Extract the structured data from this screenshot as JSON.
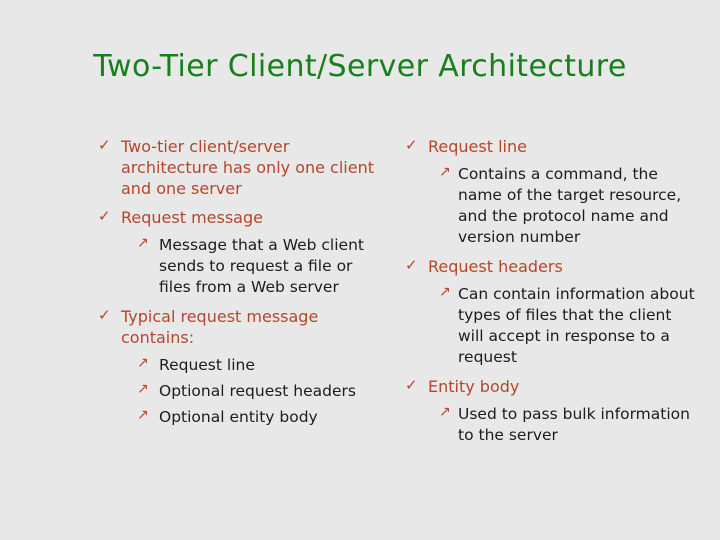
{
  "slide": {
    "title": "Two-Tier Client/Server Architecture",
    "background_color": "#e8e8e8",
    "title_color": "#17801c",
    "level1_color": "#b5462a",
    "level2_color": "#1c1c1c",
    "level1_marker": "✓",
    "level2_marker": "↗",
    "level1_marker_name": "checkmark-bullet-icon",
    "level2_marker_name": "northeast-arrow-bullet-icon"
  },
  "columns": {
    "left": {
      "bullets": [
        {
          "level": 1,
          "marker": "✓",
          "text": "Two-tier client/server architecture has only one client and one server"
        },
        {
          "level": 1,
          "marker": "✓",
          "text": "Request message"
        },
        {
          "level": 2,
          "marker": "↗",
          "text": "Message that a Web client sends to request a file or files from a Web server"
        },
        {
          "level": 1,
          "marker": "✓",
          "text": "Typical request message contains:"
        },
        {
          "level": 2,
          "marker": "↗",
          "text": "Request line"
        },
        {
          "level": 2,
          "marker": "↗",
          "text": "Optional request headers"
        },
        {
          "level": 2,
          "marker": "↗",
          "text": "Optional entity body"
        }
      ]
    },
    "right": {
      "bullets": [
        {
          "level": 1,
          "marker": "✓",
          "text": "Request line"
        },
        {
          "level": 2,
          "marker": "↗",
          "text": "Contains a command, the name of the target resource, and the protocol name and version number"
        },
        {
          "level": 1,
          "marker": "✓",
          "text": "Request headers"
        },
        {
          "level": 2,
          "marker": "↗",
          "text": "Can contain information about types of files that the client will accept in response to a request"
        },
        {
          "level": 1,
          "marker": "✓",
          "text": "Entity body"
        },
        {
          "level": 2,
          "marker": "↗",
          "text": "Used to pass bulk information to the server"
        }
      ]
    }
  }
}
